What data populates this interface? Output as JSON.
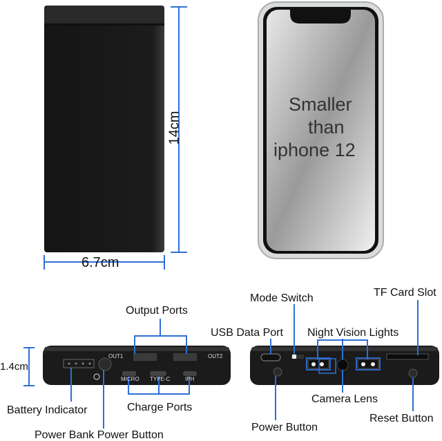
{
  "dimensions": {
    "height": "14cm",
    "width": "6.7cm",
    "thickness": "1.4cm"
  },
  "phone_text": {
    "line1": "Smaller",
    "line2": "than",
    "line3": "iphone 12"
  },
  "left_device": {
    "output_ports_label": "Output Ports",
    "charge_ports_label": "Charge Ports",
    "battery_indicator_label": "Battery Indicator",
    "power_button_label": "Power Bank Power Button",
    "port_labels": {
      "out1": "OUT1",
      "out2": "OUT2",
      "micro": "MICRO",
      "typec": "TYPE-C",
      "iph": "IPH"
    }
  },
  "right_device": {
    "mode_switch_label": "Mode Switch",
    "usb_data_port_label": "USB Data Port",
    "night_vision_label": "Night Vision Lights",
    "tf_card_label": "TF Card Slot",
    "camera_lens_label": "Camera Lens",
    "power_button_label": "Power Button",
    "reset_button_label": "Reset Button"
  },
  "colors": {
    "accent": "#2f6fd6",
    "device": "#1a1a1a"
  }
}
